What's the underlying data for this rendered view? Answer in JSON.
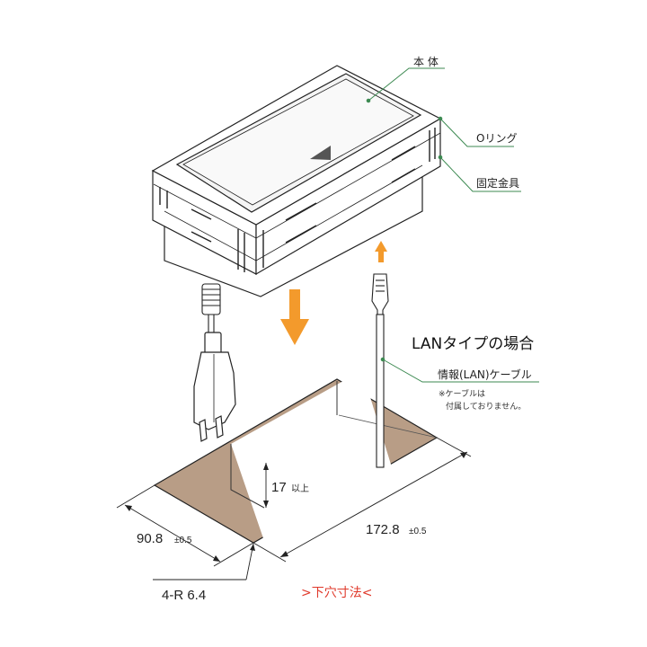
{
  "labels": {
    "main_body": "本 体",
    "o_ring": "Oリング",
    "bracket": "固定金具",
    "lan_type": "LANタイプの場合",
    "lan_cable": "情報(LAN)ケーブル",
    "note_line1": "※ケーブルは",
    "note_line2": "付属しておりません。"
  },
  "dimensions": {
    "depth_value": "17",
    "depth_suffix": "以上",
    "width_value": "90.8",
    "width_tol": "±0.5",
    "length_value": "172.8",
    "length_tol": "±0.5",
    "radius": "4-R 6.4"
  },
  "title": ">下穴寸法<",
  "colors": {
    "leader_green": "#3d8a52",
    "arrow_orange": "#f39a2c",
    "cutout_fill": "#b79c86",
    "title_red": "#e0392b",
    "line": "#222222"
  }
}
